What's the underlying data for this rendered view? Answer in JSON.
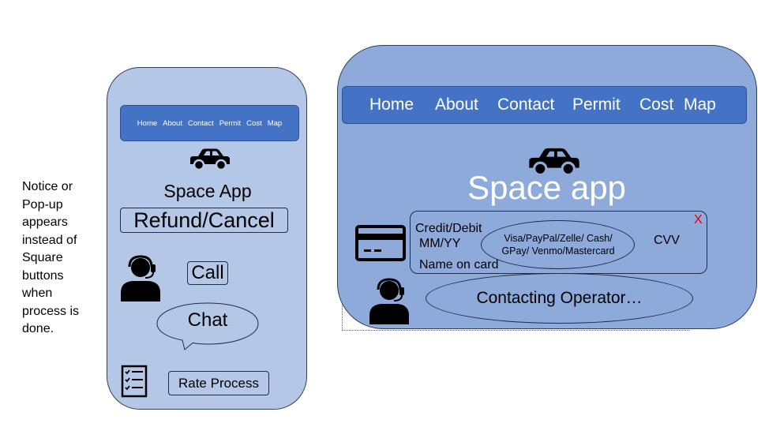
{
  "note": {
    "lines": [
      "Notice or",
      "Pop-up",
      "appears",
      "instead of",
      "Square",
      "buttons",
      "when",
      "process is",
      "done."
    ]
  },
  "nav_items": [
    "Home",
    "About",
    "Contact",
    "Permit",
    "Cost",
    "Map"
  ],
  "phone": {
    "title": "Space App",
    "refund_label": "Refund/Cancel",
    "call_label": "Call",
    "chat_label": "Chat",
    "rate_label": "Rate Process"
  },
  "tablet": {
    "title": "Space app",
    "payment": {
      "card_type": "Credit/Debit",
      "expiry": "MM/YY",
      "name": "Name on card",
      "cvv": "CVV",
      "methods_line1": "Visa/PayPal/Zelle/ Cash/",
      "methods_line2": "GPay/ Venmo/Mastercard",
      "close": "X"
    },
    "operator_status": "Contacting Operator…"
  },
  "icons": [
    "car-icon",
    "support-agent-icon",
    "chat-bubble-icon",
    "checklist-icon",
    "credit-card-icon",
    "close-icon"
  ],
  "colors": {
    "phone_bg": "#b4c7e7",
    "tablet_bg": "#8eaadb",
    "nav_bg": "#4472c4",
    "close_red": "#e00000"
  }
}
